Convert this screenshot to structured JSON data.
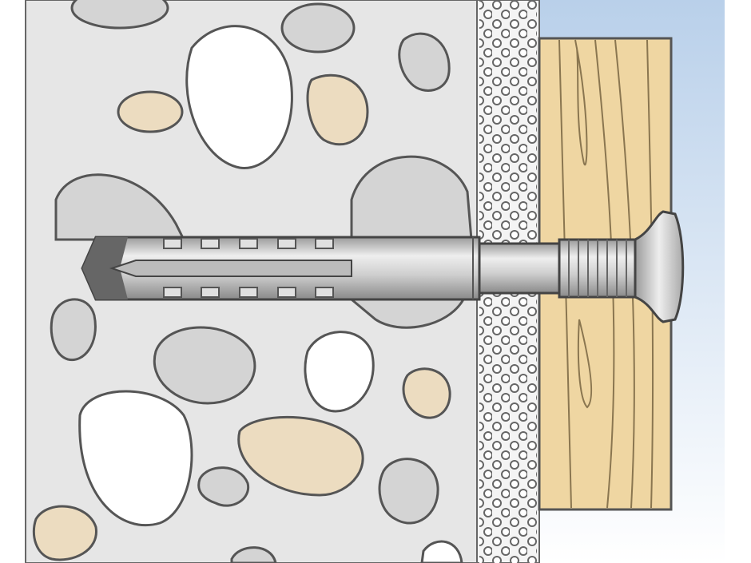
{
  "colors": {
    "concrete": "#e6e6e6",
    "pebble_gray": "#d4d4d4",
    "pebble_white": "#ffffff",
    "pebble_tan": "#ecdcc0",
    "plaster": "#f4f4f4",
    "wood": "#efd6a2",
    "sky_top": "#bcd2ea",
    "sky_bottom": "#ffffff",
    "outline": "#555555",
    "metal": "#c8c8c8"
  },
  "elements": [
    "concrete-wall",
    "plaster-layer",
    "wooden-board",
    "frame-fixing-anchor",
    "screw"
  ]
}
